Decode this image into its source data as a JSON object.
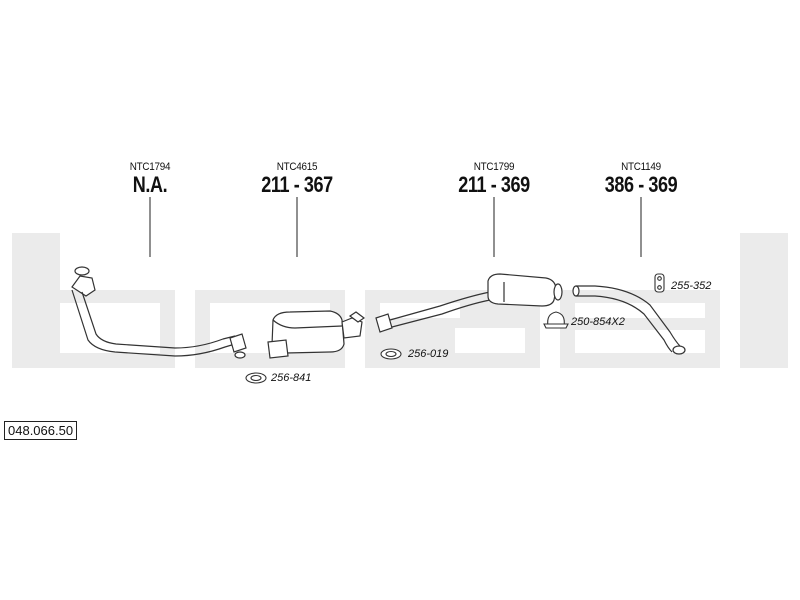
{
  "brand_watermark": "bosal",
  "columns": [
    {
      "ref": "NTC1794",
      "number": "N.A."
    },
    {
      "ref": "NTC4615",
      "number": "211 - 367"
    },
    {
      "ref": "NTC1799",
      "number": "211 - 369"
    },
    {
      "ref": "NTC1149",
      "number": "386 - 369"
    }
  ],
  "parts": {
    "p1": "256-841",
    "p2": "256-019",
    "p3": "250-854X2",
    "p4": "255-352"
  },
  "catalog_code": "048.066.50",
  "colors": {
    "watermark": "#ebebeb",
    "line": "#222222",
    "pipe": "#333333"
  }
}
